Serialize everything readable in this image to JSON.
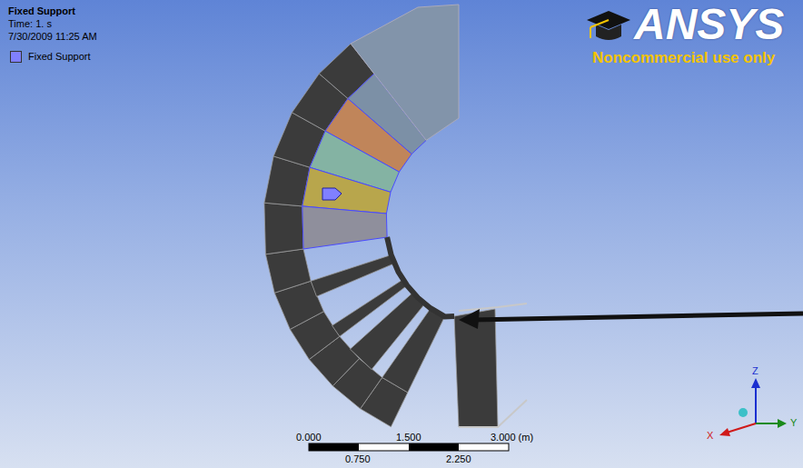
{
  "diagram": {
    "title": "Fixed Support",
    "labels": [
      "Time: 1. s",
      "7/30/2009 11:25 AM",
      "ANSYS",
      "Noncommercial use only",
      "0.000",
      "1.500",
      "3.000 (m)",
      "0.750",
      "2.250",
      "Z",
      "Y",
      "X"
    ],
    "legend": [
      {
        "text": "Fixed Support",
        "color": "#8080ff"
      }
    ]
  }
}
